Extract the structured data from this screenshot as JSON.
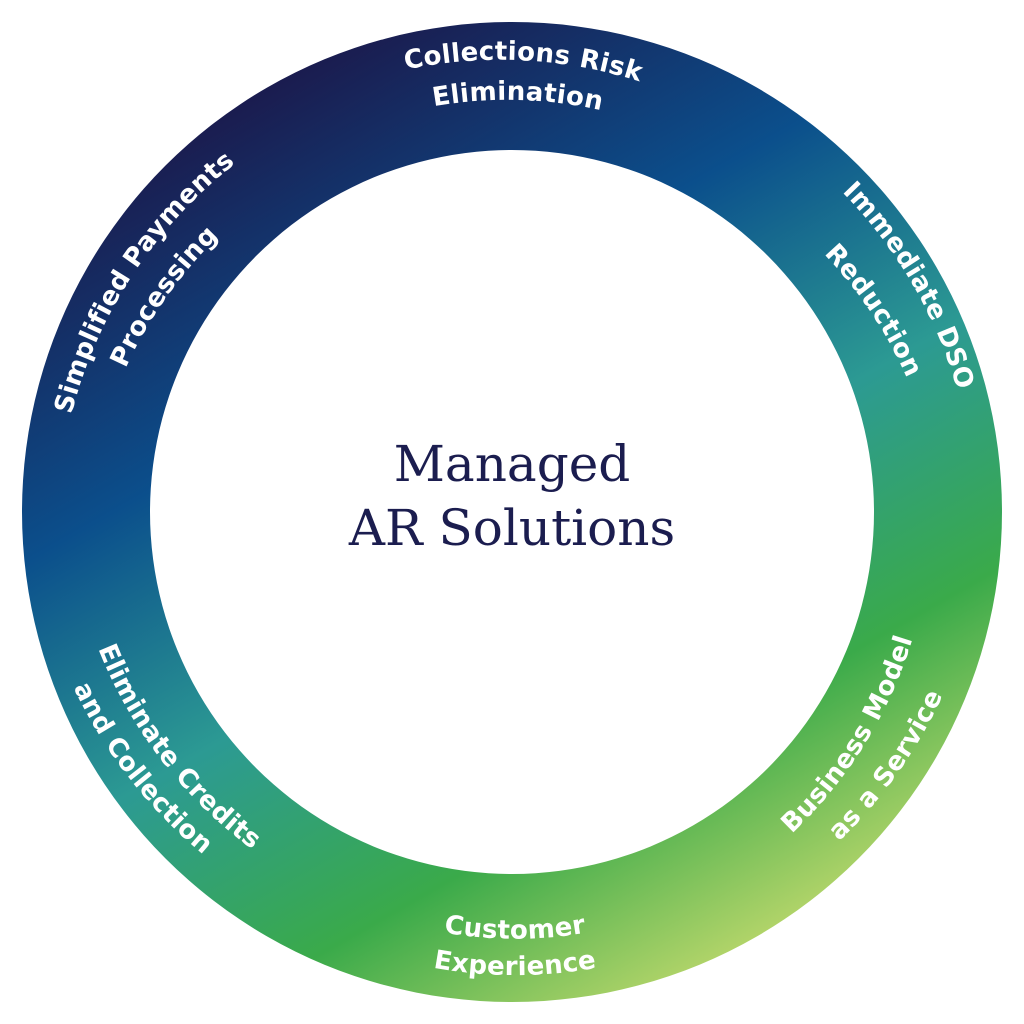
{
  "center": {
    "line1": "Managed",
    "line2": "AR Solutions"
  },
  "segments": [
    {
      "lines": [
        "Collections Risk",
        "Elimination"
      ]
    },
    {
      "lines": [
        "Immediate DSO",
        "Reduction"
      ]
    },
    {
      "lines": [
        "Business Model",
        "as a Service"
      ]
    },
    {
      "lines": [
        "Customer",
        "Experience"
      ]
    },
    {
      "lines": [
        "Eliminate Credits",
        "and Collection"
      ]
    },
    {
      "lines": [
        "Simplified Payments",
        "Processing"
      ]
    }
  ],
  "colors": {
    "ring_start": "#1b1a4d",
    "ring_mid_blue": "#0b4f8c",
    "ring_teal": "#2c9a93",
    "ring_green": "#3aaa4a",
    "ring_light_green": "#bdd86c",
    "center_text": "#1b1d4f",
    "label_text": "#ffffff"
  }
}
